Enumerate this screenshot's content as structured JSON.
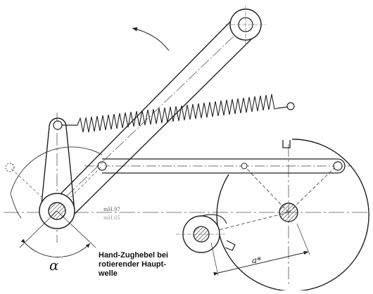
{
  "caption": {
    "line1": "Hand-Zughebel bei",
    "line2": "rotierender Haupt-",
    "line3": "welle"
  },
  "labels": {
    "alpha": "α",
    "a_star": "a*",
    "dim_small_1": "mH.97",
    "dim_small_2": "mH.65"
  },
  "colors": {
    "ink": "#222222",
    "paper": "#ffffff",
    "hatch": "#444444"
  }
}
